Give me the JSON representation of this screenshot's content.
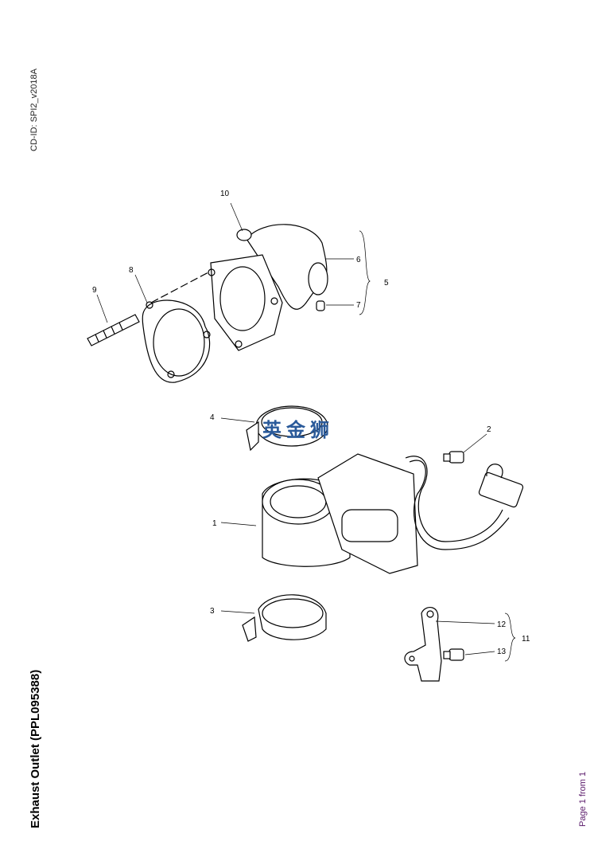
{
  "cd_id": "CD-ID: SPI2_v2018A",
  "title": "Exhaust Outlet (PPL095388)",
  "page_info": "Page 1 from 1",
  "watermark": "英金狮",
  "callouts": [
    "1",
    "2",
    "3",
    "4",
    "5",
    "6",
    "7",
    "8",
    "9",
    "10",
    "11",
    "12",
    "13"
  ]
}
